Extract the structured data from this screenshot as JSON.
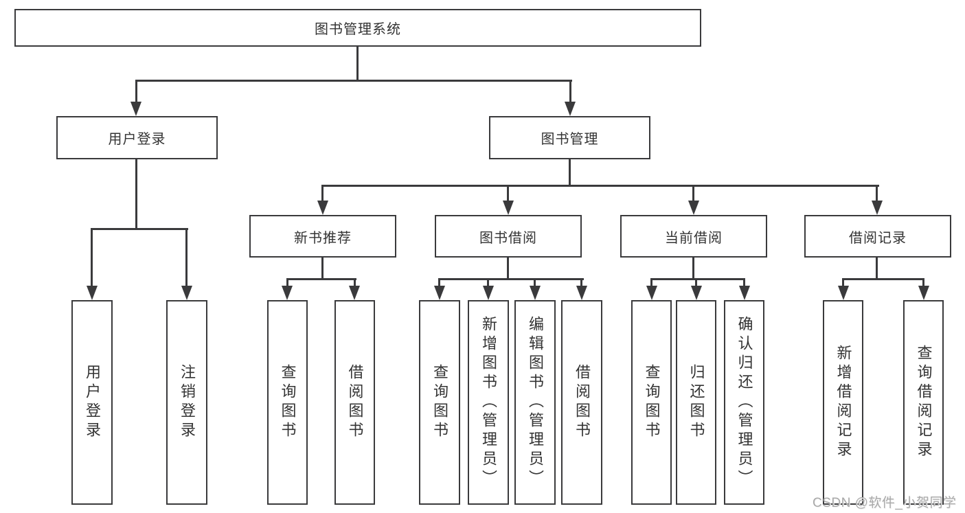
{
  "diagram": {
    "root": "图书管理系统",
    "level2": {
      "user_login": "用户登录",
      "book_mgmt": "图书管理"
    },
    "level3": {
      "new_books": "新书推荐",
      "book_borrow": "图书借阅",
      "current_borrow": "当前借阅",
      "borrow_records": "借阅记录"
    },
    "leaves": {
      "user_login": [
        "用户登录",
        "注销登录"
      ],
      "new_books": [
        "查询图书",
        "借阅图书"
      ],
      "book_borrow": [
        "查询图书",
        "新增图书（管理员）",
        "编辑图书（管理员）",
        "借阅图书"
      ],
      "current_borrow": [
        "查询图书",
        "归还图书",
        "确认归还（管理员）"
      ],
      "borrow_records": [
        "新增借阅记录",
        "查询借阅记录"
      ]
    },
    "colors": {
      "line": "#3a3a3c",
      "text": "#333333",
      "background": "#ffffff",
      "watermark": "#a9a9a9"
    },
    "watermark": "CSDN @软件_小贺同学"
  }
}
